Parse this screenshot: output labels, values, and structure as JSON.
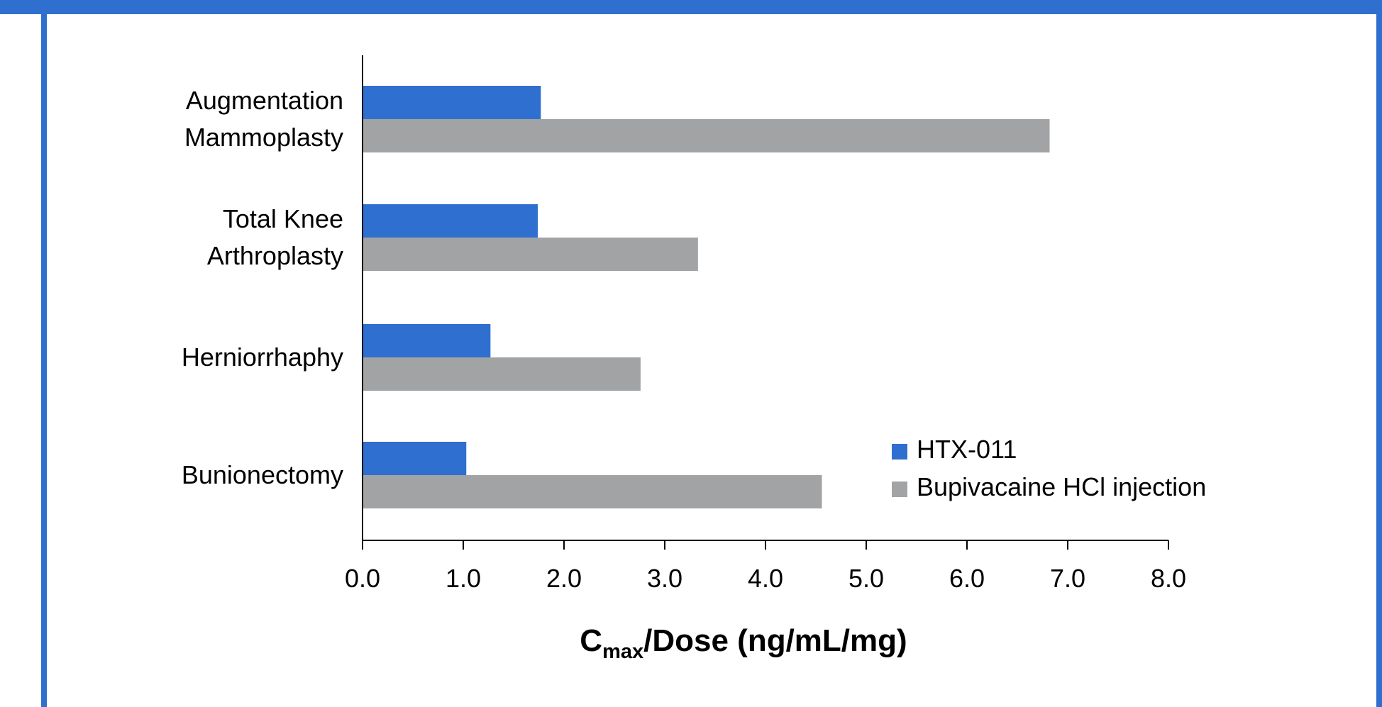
{
  "colors": {
    "frame": "#2f6fd0",
    "htx": "#2f6fd0",
    "bupi": "#a2a3a5",
    "axis": "#000000"
  },
  "chart_data": {
    "type": "bar",
    "orientation": "horizontal",
    "categories": [
      [
        "Augmentation",
        "Mammoplasty"
      ],
      [
        "Total Knee",
        "Arthroplasty"
      ],
      [
        "Herniorrhaphy"
      ],
      [
        "Bunionectomy"
      ]
    ],
    "series": [
      {
        "name": "HTX-011",
        "values": [
          1.77,
          1.74,
          1.27,
          1.03
        ],
        "color": "#2f6fd0"
      },
      {
        "name": "Bupivacaine HCl injection",
        "values": [
          6.82,
          3.33,
          2.76,
          4.56
        ],
        "color": "#a2a3a5"
      }
    ],
    "xlabel": {
      "main": "C",
      "subscript": "max",
      "rest": "/Dose (ng/mL/mg)"
    },
    "xlim": [
      0,
      8
    ],
    "xticks": [
      "0.0",
      "1.0",
      "2.0",
      "3.0",
      "4.0",
      "5.0",
      "6.0",
      "7.0",
      "8.0"
    ],
    "legend_position": "bottom-right",
    "grid": false
  }
}
